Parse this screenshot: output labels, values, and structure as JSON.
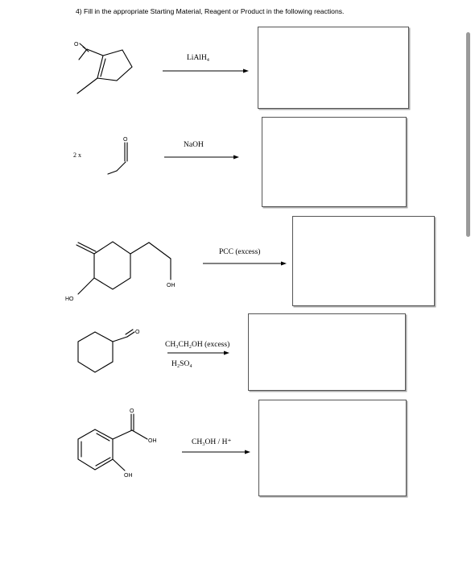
{
  "question": {
    "title": "4)  Fill in the appropriate Starting Material, Reagent or Product in the following reactions."
  },
  "reactions": [
    {
      "reagent": "LiAlH₄"
    },
    {
      "reagent": "NaOH",
      "multiplier": "2 x"
    },
    {
      "reagent": "PCC (excess)"
    },
    {
      "reagent_line1": "CH₃CH₂OH (excess)",
      "reagent_line2": "H₂SO₄"
    },
    {
      "reagent": "CH₃OH / H⁺"
    }
  ],
  "atom_labels": {
    "o": "O",
    "ho": "HO",
    "oh": "OH"
  }
}
